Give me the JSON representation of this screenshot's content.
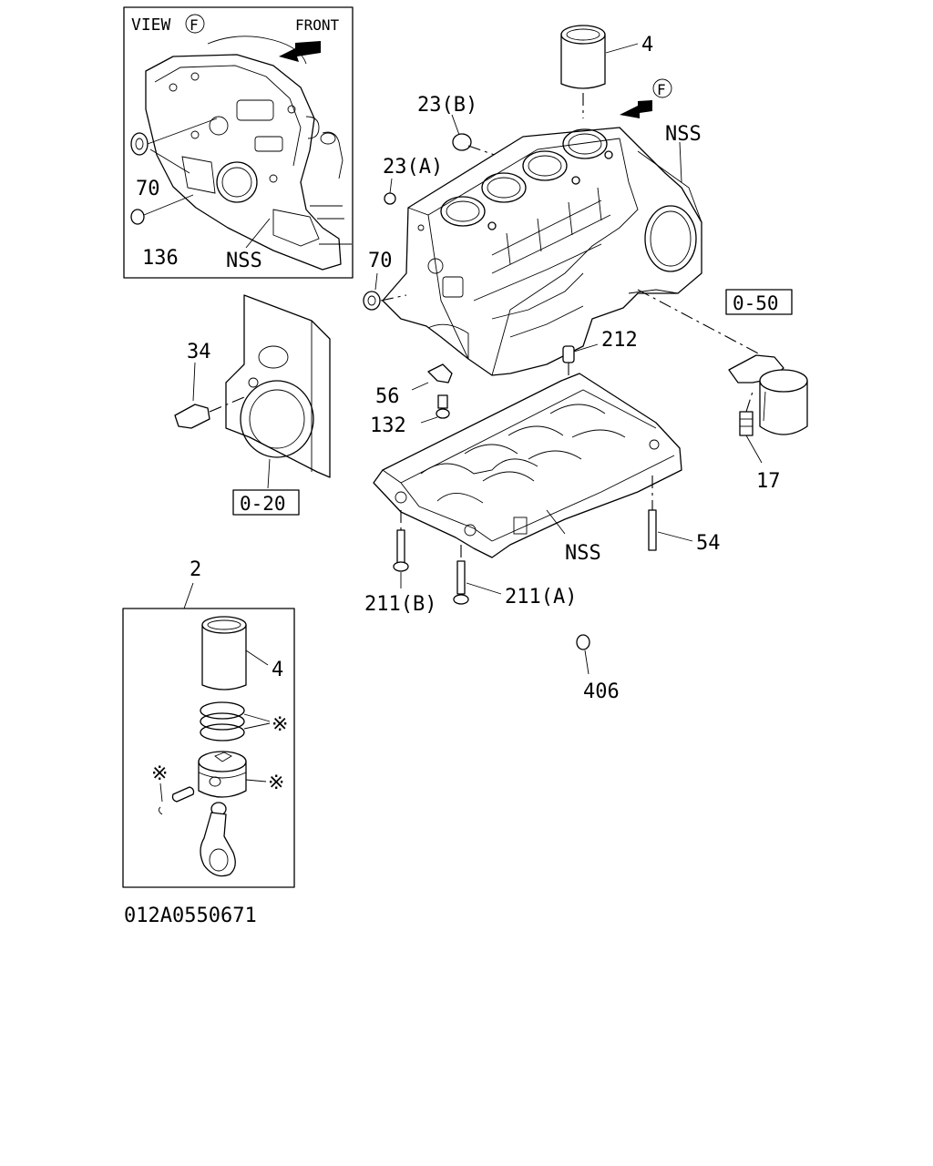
{
  "diagram_id": "012A0550671",
  "view_inset": {
    "title": "VIEW",
    "view_letter": "F",
    "front_label": "FRONT",
    "labels": [
      "70",
      "136",
      "NSS"
    ]
  },
  "direction_marker": {
    "letter": "F"
  },
  "part_labels": {
    "liner_top": "4",
    "plug_23b": "23(B)",
    "plug_23a": "23(A)",
    "nss_block": "NSS",
    "seal_70": "70",
    "ref_0_50": "0-50",
    "ref_0_20": "0-20",
    "bolt_34": "34",
    "jet_212": "212",
    "plate_56": "56",
    "bolt_132": "132",
    "sensor_17": "17",
    "nss_bedplate": "NSS",
    "stud_54": "54",
    "bolt_211b": "211(B)",
    "bolt_211a": "211(A)",
    "plug_406": "406"
  },
  "piston_inset": {
    "callout": "2",
    "liner_label": "4",
    "marks": [
      "※",
      "※",
      "※"
    ]
  }
}
